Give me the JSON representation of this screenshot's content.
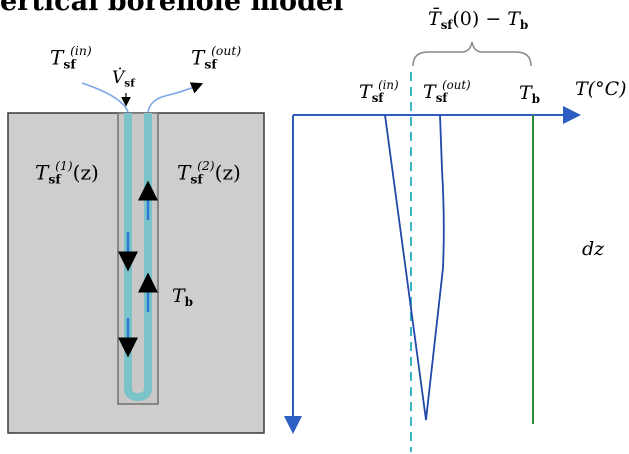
{
  "title": "ertical borehole model",
  "labels": {
    "tin": {
      "sym": "T",
      "sub": "sf",
      "sup": "(in)"
    },
    "tout": {
      "sym": "T",
      "sub": "sf",
      "sup": "(out)"
    },
    "vdot": {
      "sym": "V̇",
      "sub": "sf"
    },
    "t1": {
      "sym": "T",
      "sub": "sf",
      "sup": "(1)",
      "arg": "(z)"
    },
    "t2": {
      "sym": "T",
      "sub": "sf",
      "sup": "(2)",
      "arg": "(z)"
    },
    "tb_left": {
      "sym": "T",
      "sub": "b"
    },
    "axis_tin": {
      "sym": "T",
      "sub": "sf",
      "sup": "(in)"
    },
    "axis_tout": {
      "sym": "T",
      "sub": "sf",
      "sup": "(out)"
    },
    "axis_tb": {
      "sym": "T",
      "sub": "b"
    },
    "axis_unit": "T(°C)",
    "brace_label": {
      "sym": "T̄",
      "sub": "sf",
      "arg": "(0) − ",
      "sym2": "T",
      "sub2": "b"
    },
    "dz": "dz"
  },
  "colors": {
    "ground": "#d0cecc",
    "ground_border": "#3a3a3a",
    "pipe": "#7ac4c9",
    "flow_arrow": "#2e79d8",
    "axis": "#2d5ec2",
    "profile": "#2149a8",
    "tb_line": "#2f8a3a",
    "dashed": "#39b6c4",
    "lead_line": "#7aa6e6"
  }
}
